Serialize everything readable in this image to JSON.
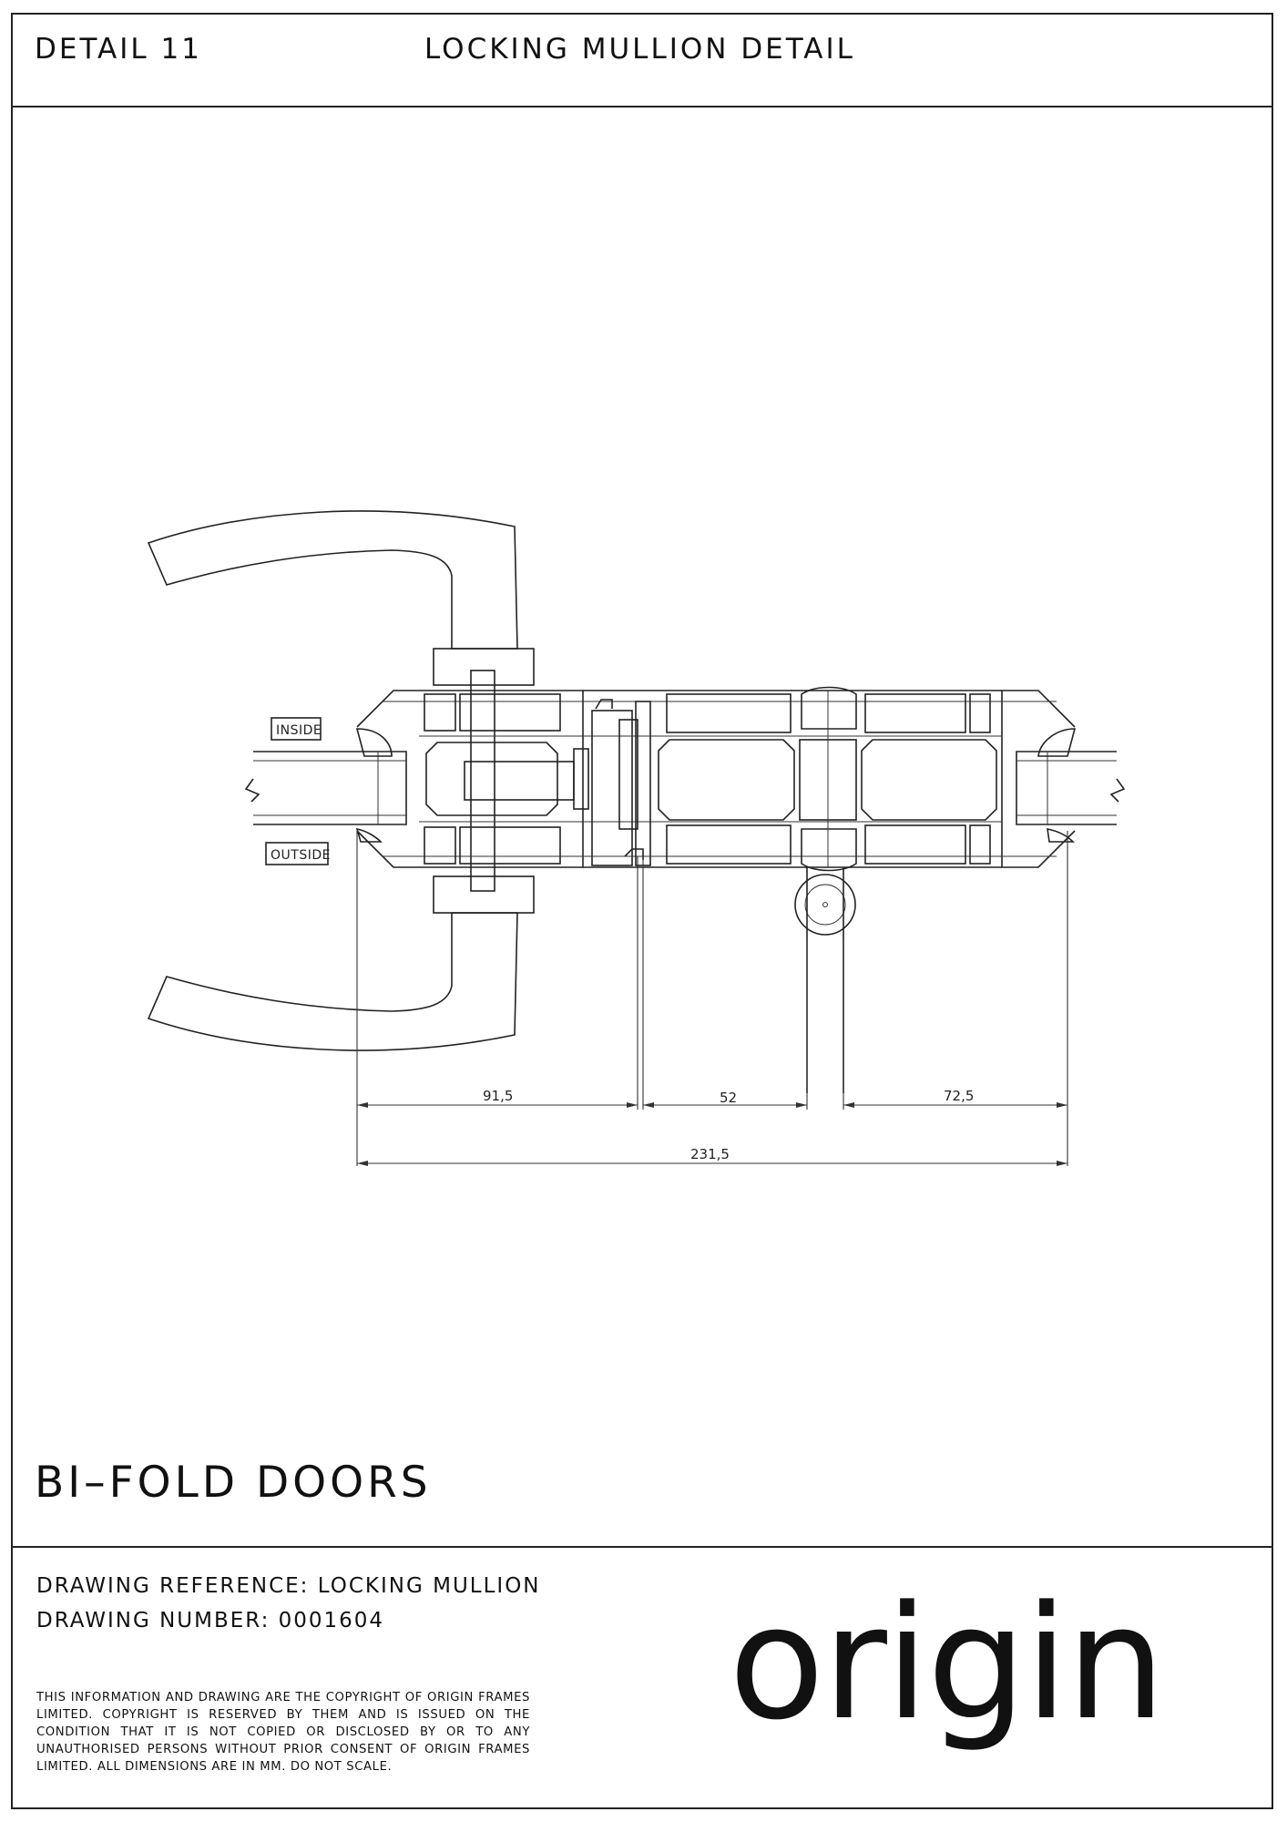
{
  "header": {
    "detail_label": "DETAIL 11",
    "title": "LOCKING MULLION DETAIL"
  },
  "drawing": {
    "labels": {
      "inside": "INSIDE",
      "outside": "OUTSIDE"
    },
    "dimensions": {
      "left": "91,5",
      "middle": "52",
      "right": "72,5",
      "overall": "231,5"
    }
  },
  "product": "BI–FOLD DOORS",
  "footer": {
    "reference": "DRAWING REFERENCE: LOCKING MULLION",
    "number": "DRAWING NUMBER: 0001604",
    "copyright": "THIS INFORMATION AND DRAWING ARE THE COPYRIGHT OF ORIGIN FRAMES LIMITED. COPYRIGHT IS RESERVED BY THEM AND IS ISSUED ON THE CONDITION THAT IT IS NOT COPIED OR DISCLOSED BY OR TO ANY UNAUTHORISED PERSONS WITHOUT PRIOR CONSENT OF ORIGIN FRAMES LIMITED. ALL DIMENSIONS ARE IN MM. DO NOT SCALE.",
    "logo": "origin"
  }
}
